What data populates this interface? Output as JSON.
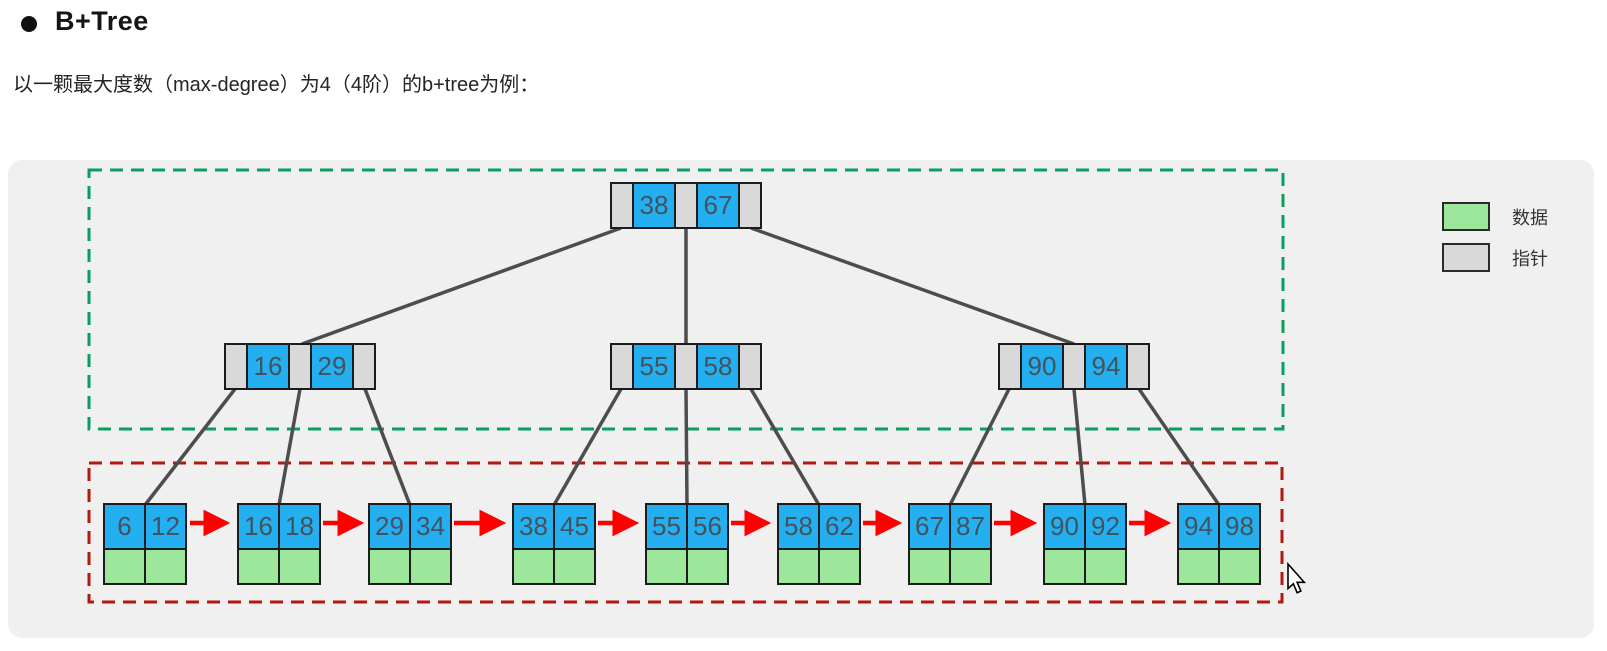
{
  "page": {
    "title": "B+Tree",
    "subtitle": "以一颗最大度数（max-degree）为4（4阶）的b+tree为例："
  },
  "legend": {
    "items": [
      {
        "label": "数据",
        "swatch_color": "#9ce79b"
      },
      {
        "label": "指针",
        "swatch_color": "#d9d9d9"
      }
    ]
  },
  "tree": {
    "max_degree": "4",
    "root": {
      "keys": [
        "38",
        "67"
      ]
    },
    "internal": [
      {
        "keys": [
          "16",
          "29"
        ]
      },
      {
        "keys": [
          "55",
          "58"
        ]
      },
      {
        "keys": [
          "90",
          "94"
        ]
      }
    ],
    "leaves": [
      {
        "keys": [
          "6",
          "12"
        ]
      },
      {
        "keys": [
          "16",
          "18"
        ]
      },
      {
        "keys": [
          "29",
          "34"
        ]
      },
      {
        "keys": [
          "38",
          "45"
        ]
      },
      {
        "keys": [
          "55",
          "56"
        ]
      },
      {
        "keys": [
          "58",
          "62"
        ]
      },
      {
        "keys": [
          "67",
          "87"
        ]
      },
      {
        "keys": [
          "90",
          "92"
        ]
      },
      {
        "keys": [
          "94",
          "98"
        ]
      }
    ]
  },
  "colors": {
    "key_cell": "#24b0f0",
    "data_cell": "#9ce79b",
    "pointer_cell": "#d9d9d9",
    "edge_line": "#4d4d4d",
    "leaf_link_arrow": "#fe0000",
    "internal_area_border": "#089e60",
    "leaf_area_border": "#b01a0e",
    "panel_background": "#f0f0f1"
  }
}
